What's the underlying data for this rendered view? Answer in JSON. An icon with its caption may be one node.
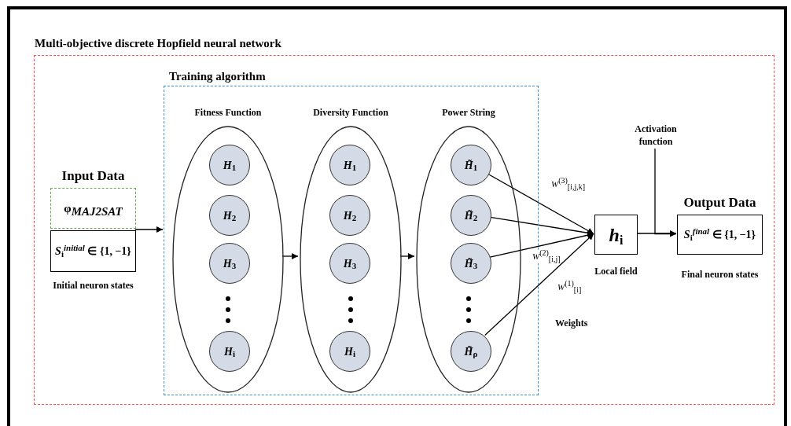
{
  "diagram": {
    "nodes": [
      {
        "text": [
          "Multi-objective discrete Hopfield neural network"
        ]
      },
      {
        "text": [
          "Training algorithm"
        ],
        "in": 0
      },
      {
        "text": [
          "Input Data",
          "φ$_{MAJ2SAT}$"
        ],
        "in": 0
      },
      {
        "text": [
          "*S*$_{i}$$^{initial}$ ∈ {1, −1}"
        ],
        "beside": [
          "Initial neuron states"
        ],
        "in": 0
      },
      {
        "text": [
          "Fitness Function"
        ],
        "in": 1
      },
      {
        "text": [
          "*H*$_{1}$"
        ],
        "in": 4
      },
      {
        "text": [
          "*H*$_{2}$"
        ],
        "in": 4
      },
      {
        "text": [
          "*H*$_{3}$"
        ],
        "in": 4
      },
      {
        "text": [
          "*H*$_{i}$"
        ],
        "in": 4
      },
      {
        "text": [
          "Diversity Function"
        ],
        "in": 1
      },
      {
        "text": [
          "*H*$_{1}$"
        ],
        "in": 9
      },
      {
        "text": [
          "*H*$_{2}$"
        ],
        "in": 9
      },
      {
        "text": [
          "*H*$_{3}$"
        ],
        "in": 9
      },
      {
        "text": [
          "*H*$_{i}$"
        ],
        "in": 9
      },
      {
        "text": [
          "Power String"
        ],
        "in": 1
      },
      {
        "text": [
          "*H̃*$_{1}$"
        ],
        "in": 14
      },
      {
        "text": [
          "*H̃*$_{2}$"
        ],
        "in": 14
      },
      {
        "text": [
          "*H̃*$_{3}$"
        ],
        "in": 14
      },
      {
        "text": [
          "*H̃*$_{ρ}$"
        ],
        "in": 14
      },
      {
        "text": [
          "*h*$_{i}$"
        ],
        "beside": [
          "Local field"
        ],
        "in": 0
      },
      {
        "text": [
          "Output Data",
          "*S*$_{i}$$^{final}$ ∈ {1, −1}"
        ],
        "beside": [
          "Final neuron states"
        ],
        "in": 0
      },
      {
        "text": [
          "Activation function"
        ],
        "in": 0
      }
    ],
    "edges": [
      {
        "from": 3,
        "to": 1,
        "arrow": "to"
      },
      {
        "from": 4,
        "to": 9,
        "arrow": "to"
      },
      {
        "from": 9,
        "to": 14,
        "arrow": "to"
      },
      {
        "from": 15,
        "to": 19,
        "arrow": "to",
        "label": "*W*$^{(3)}$$_{[i,j,k]}$"
      },
      {
        "from": 16,
        "to": 19,
        "arrow": "to"
      },
      {
        "from": 17,
        "to": 19,
        "arrow": "to",
        "label": "*W*$^{(2)}$$_{[i,j]}$"
      },
      {
        "from": 18,
        "to": 19,
        "arrow": "to",
        "label": "*W*$^{(1)}$$_{[i]}$"
      },
      {
        "from": 19,
        "to": 20,
        "arrow": "to"
      },
      {
        "from": 21,
        "to": 20,
        "arrow": "to"
      }
    ],
    "labels": [
      "Weights"
    ]
  }
}
